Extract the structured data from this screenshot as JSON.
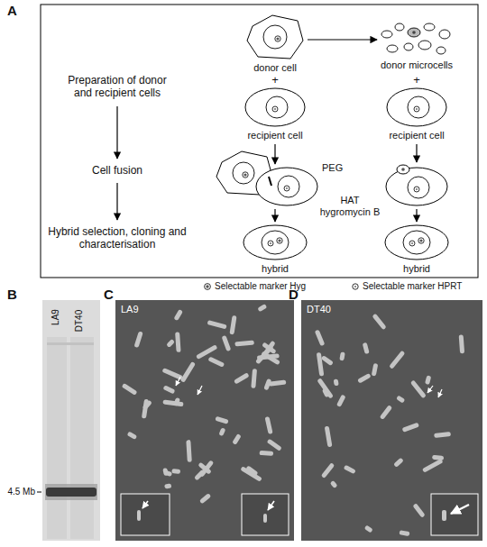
{
  "diagram": {
    "nodes": [
      {
        "text": [
          "donor cell"
        ]
      },
      {
        "text": [
          "donor microcells"
        ]
      },
      {
        "text": [
          "recipient cell"
        ]
      },
      {
        "text": [
          "recipient cell"
        ]
      },
      {
        "text": [
          "hybrid"
        ]
      },
      {
        "text": [
          "hybrid"
        ]
      }
    ],
    "edges": [
      {
        "from": 0,
        "to": 1,
        "arrow": "to"
      }
    ],
    "labels": [
      "A",
      "Preparation of donor and recipient cells",
      "Cell fusion",
      "Hybrid selection, cloning and characterisation",
      "+",
      "+",
      "PEG",
      "HAT hygromycin B",
      "B",
      "LA9",
      "DT40",
      "4.5 Mb",
      "C",
      "LA9",
      "D",
      "DT40"
    ],
    "legend": [
      {
        "text": "Selectable marker Hyg"
      },
      {
        "text": "Selectable marker HPRT"
      }
    ]
  }
}
